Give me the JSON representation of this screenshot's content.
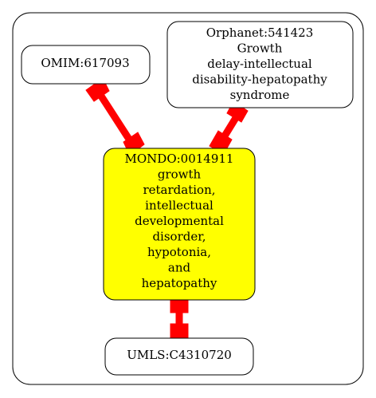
{
  "diagram": {
    "nodes": {
      "omim": {
        "lines": [
          "OMIM:617093"
        ],
        "fill": "#ffffff"
      },
      "orphanet": {
        "lines": [
          "Orphanet:541423",
          "Growth",
          "delay-intellectual",
          "disability-hepatopathy",
          "syndrome"
        ],
        "fill": "#ffffff"
      },
      "mondo": {
        "lines": [
          "MONDO:0014911",
          "growth",
          "retardation,",
          "intellectual",
          "developmental",
          "disorder,",
          "hypotonia,",
          "and",
          "hepatopathy"
        ],
        "fill": "#ffff00"
      },
      "umls": {
        "lines": [
          "UMLS:C4310720"
        ],
        "fill": "#ffffff"
      }
    },
    "edges": [
      {
        "from": "omim",
        "to": "mondo",
        "color": "#ff0000"
      },
      {
        "from": "orphanet",
        "to": "mondo",
        "color": "#ff0000"
      },
      {
        "from": "mondo",
        "to": "umls",
        "color": "#ff0000"
      }
    ],
    "colors": {
      "edge": "#ff0000",
      "border": "#000000",
      "highlight": "#ffff00"
    }
  }
}
